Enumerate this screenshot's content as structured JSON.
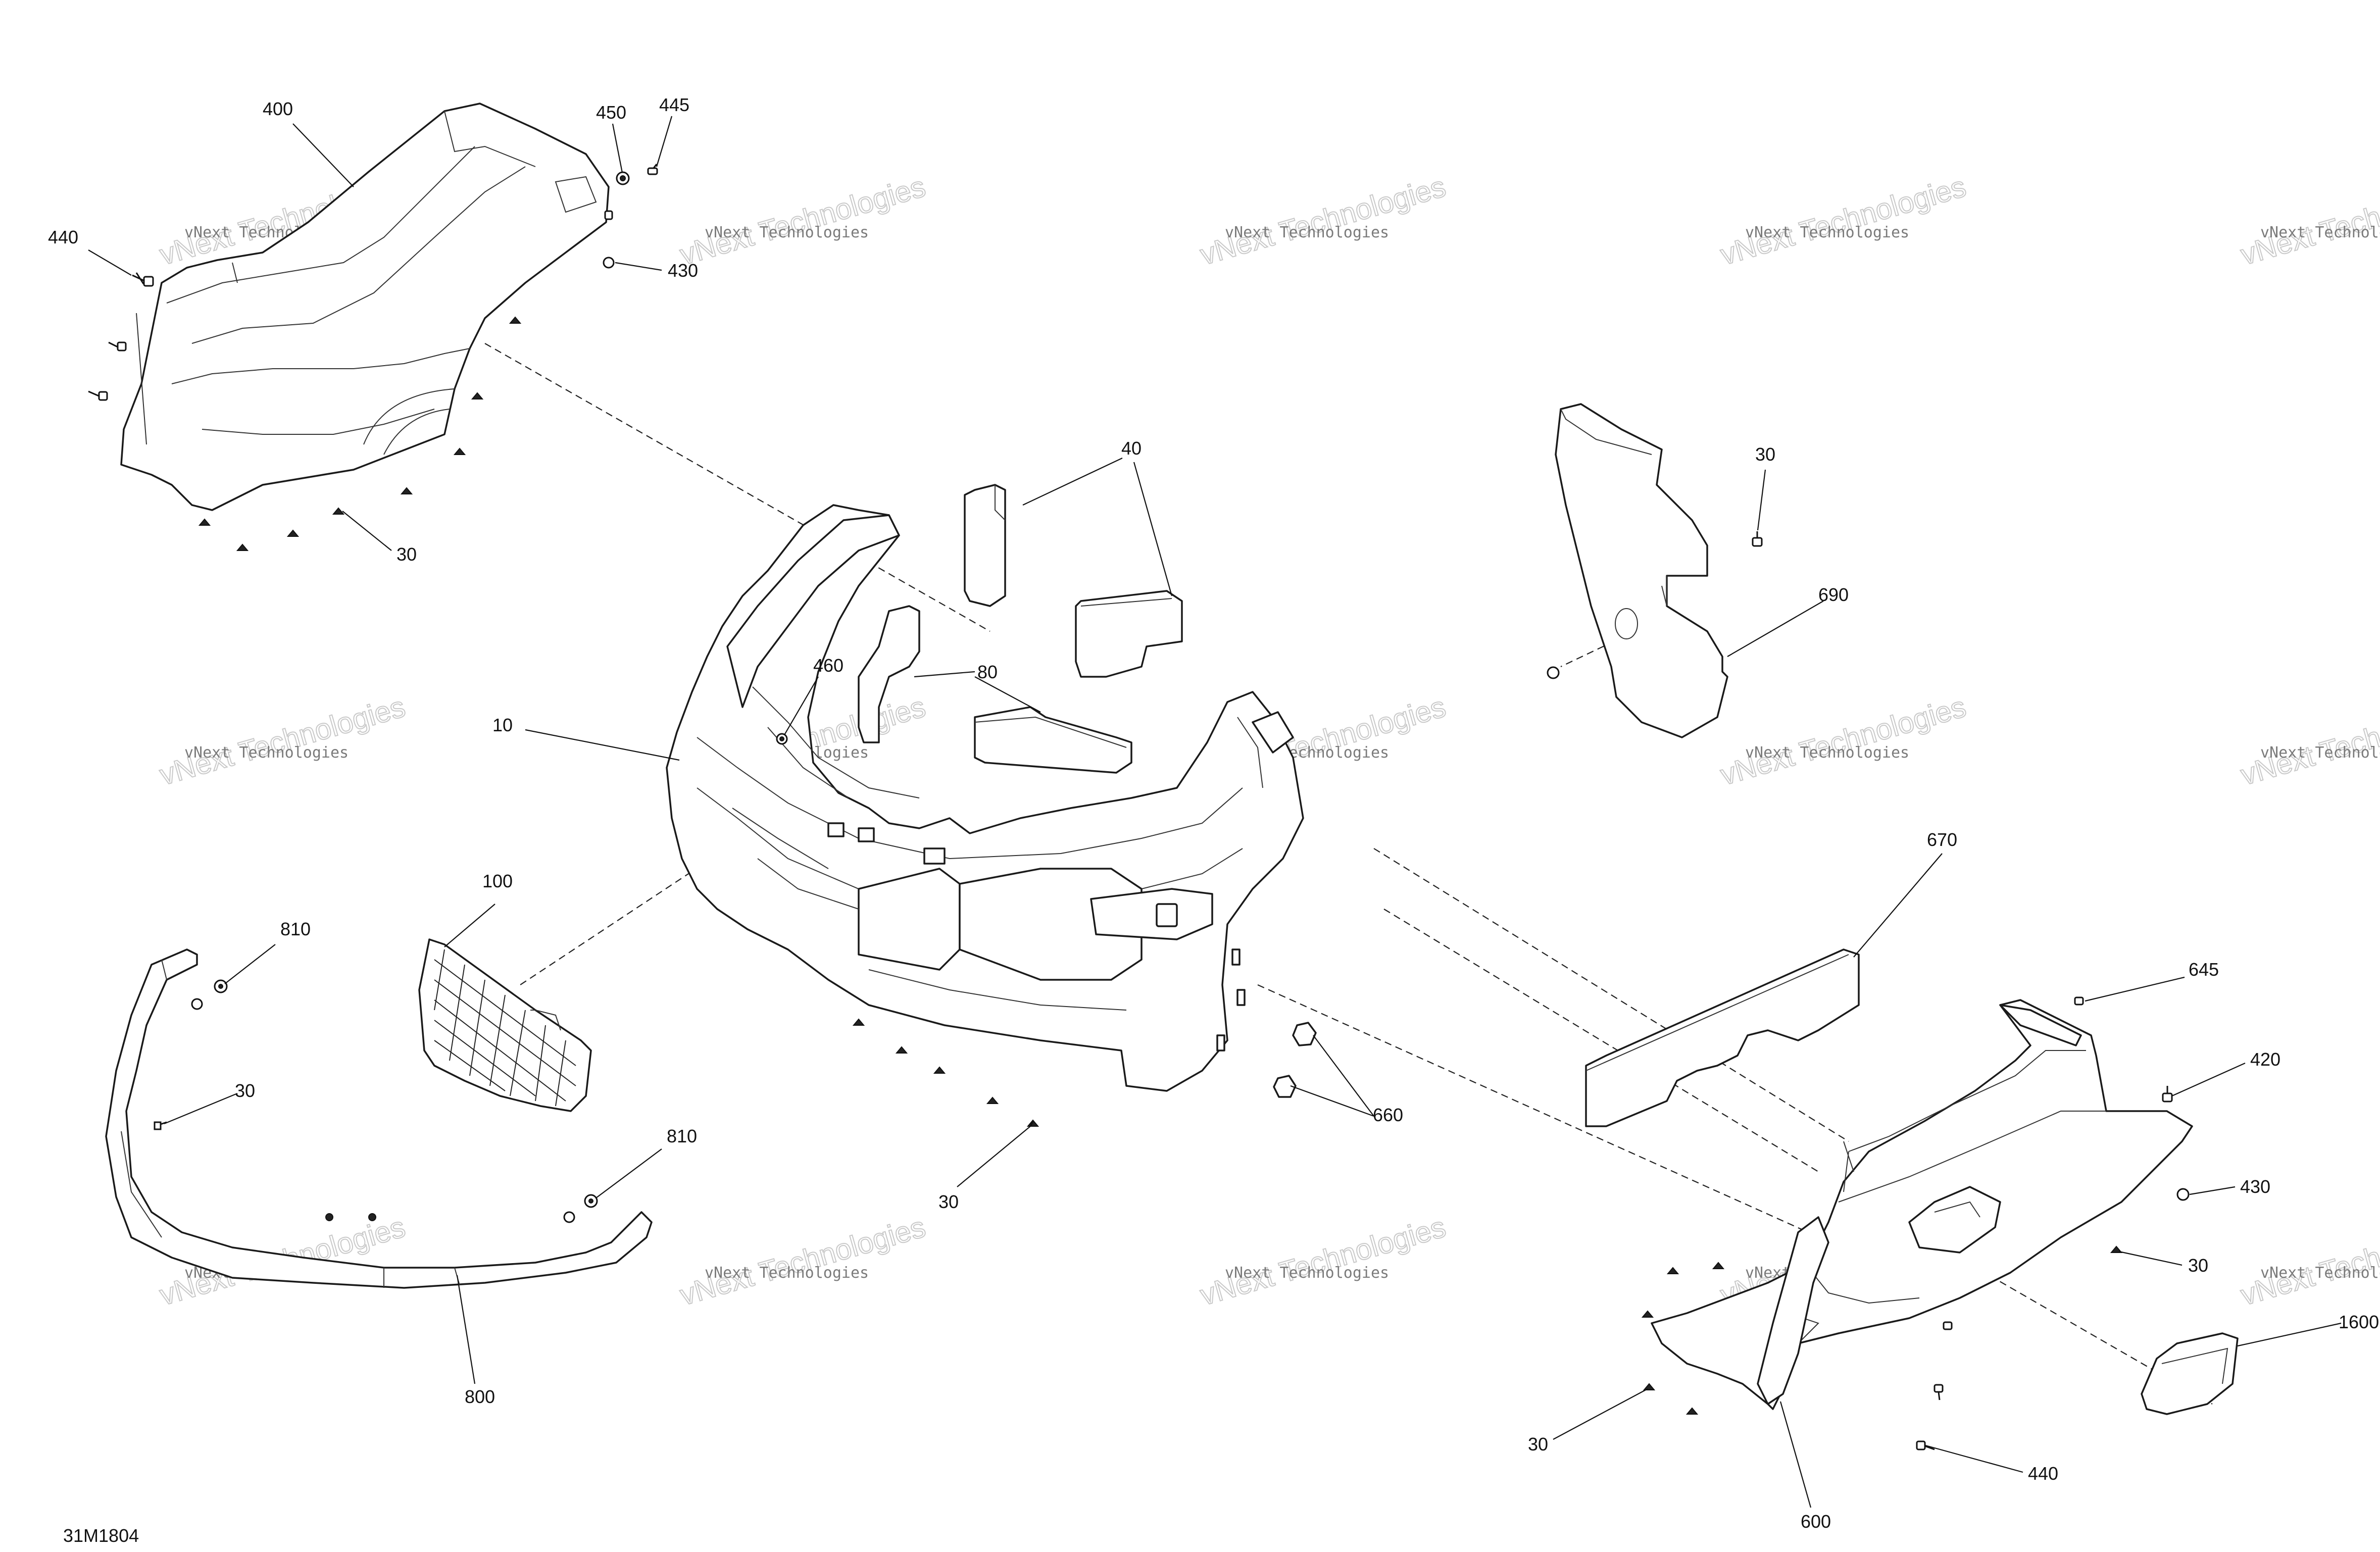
{
  "diagram_code": "31M1804",
  "watermark": {
    "line1": "vNext Technologies",
    "line2": "vNext Technologies"
  },
  "callouts": [
    {
      "id": "c400a",
      "text": "400"
    },
    {
      "id": "c450",
      "text": "450"
    },
    {
      "id": "c445",
      "text": "445"
    },
    {
      "id": "c440a",
      "text": "440"
    },
    {
      "id": "c430a",
      "text": "430"
    },
    {
      "id": "c30a",
      "text": "30"
    },
    {
      "id": "c40",
      "text": "40"
    },
    {
      "id": "c30b",
      "text": "30"
    },
    {
      "id": "c690",
      "text": "690"
    },
    {
      "id": "c460",
      "text": "460"
    },
    {
      "id": "c80",
      "text": "80"
    },
    {
      "id": "c10",
      "text": "10"
    },
    {
      "id": "c100",
      "text": "100"
    },
    {
      "id": "c810a",
      "text": "810"
    },
    {
      "id": "c30c",
      "text": "30"
    },
    {
      "id": "c810b",
      "text": "810"
    },
    {
      "id": "c800",
      "text": "800"
    },
    {
      "id": "c30d",
      "text": "30"
    },
    {
      "id": "c660",
      "text": "660"
    },
    {
      "id": "c670",
      "text": "670"
    },
    {
      "id": "c645",
      "text": "645"
    },
    {
      "id": "c420",
      "text": "420"
    },
    {
      "id": "c430b",
      "text": "430"
    },
    {
      "id": "c30e",
      "text": "30"
    },
    {
      "id": "c1600",
      "text": "1600"
    },
    {
      "id": "c30f",
      "text": "30"
    },
    {
      "id": "c440b",
      "text": "440"
    },
    {
      "id": "c600",
      "text": "600"
    }
  ]
}
